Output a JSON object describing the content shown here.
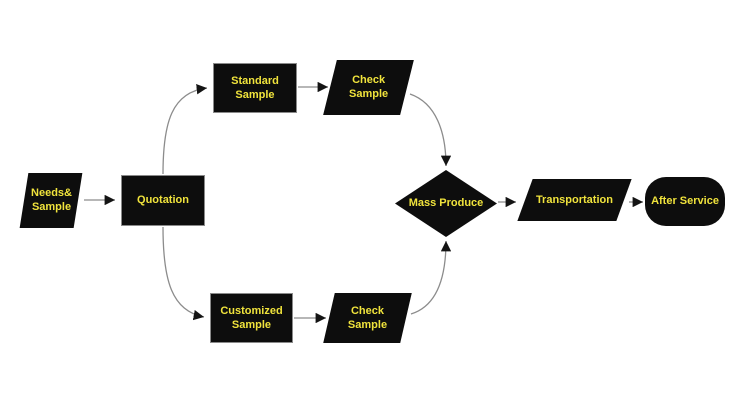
{
  "diagram": {
    "type": "flowchart",
    "colors": {
      "background": "#ffffff",
      "shape_fill": "#0d0d0d",
      "label": "#f0e33c",
      "connector": "#8c8c8c",
      "arrowhead": "#141414",
      "rect_border": "#8a8a8a"
    },
    "nodes": {
      "needs_sample": {
        "label": "Needs&\nSample",
        "shape": "parallelogram"
      },
      "quotation": {
        "label": "Quotation",
        "shape": "rectangle"
      },
      "standard_sample": {
        "label": "Standard\nSample",
        "shape": "rectangle"
      },
      "check_sample_top": {
        "label": "Check\nSample",
        "shape": "parallelogram"
      },
      "customized_sample": {
        "label": "Customized\nSample",
        "shape": "rectangle"
      },
      "check_sample_bottom": {
        "label": "Check\nSample",
        "shape": "parallelogram"
      },
      "mass_produce": {
        "label": "Mass Produce",
        "shape": "diamond"
      },
      "transportation": {
        "label": "Transportation",
        "shape": "parallelogram"
      },
      "after_service": {
        "label": "After Service",
        "shape": "rounded"
      }
    },
    "edges": [
      {
        "from": "needs_sample",
        "to": "quotation"
      },
      {
        "from": "quotation",
        "to": "standard_sample"
      },
      {
        "from": "standard_sample",
        "to": "check_sample_top"
      },
      {
        "from": "check_sample_top",
        "to": "mass_produce"
      },
      {
        "from": "quotation",
        "to": "customized_sample"
      },
      {
        "from": "customized_sample",
        "to": "check_sample_bottom"
      },
      {
        "from": "check_sample_bottom",
        "to": "mass_produce"
      },
      {
        "from": "mass_produce",
        "to": "transportation"
      },
      {
        "from": "transportation",
        "to": "after_service"
      }
    ]
  }
}
